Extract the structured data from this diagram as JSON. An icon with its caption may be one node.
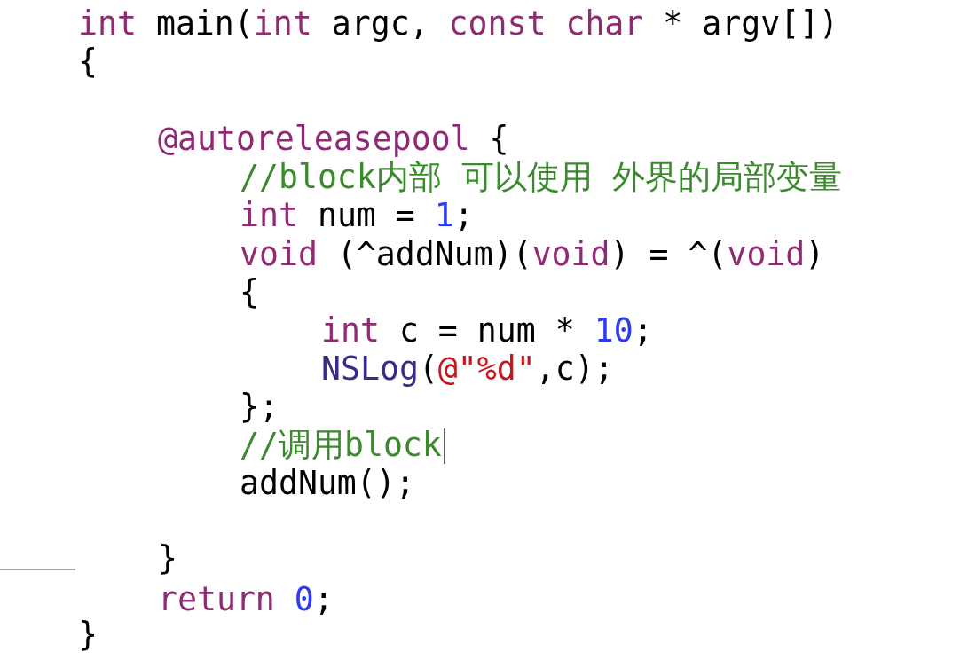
{
  "diagram": {
    "labels": [
      "int main(int argc, const char * argv[])",
      "{",
      "@autoreleasepool {",
      "//block内部 可以使用 外界的局部变量",
      "int num = 1;",
      "void (^addNum)(void) = ^(void)",
      "{",
      "int c = num * 10;",
      "NSLog(@\"%d\",c);",
      "};",
      "//调用block",
      "addNum();",
      "}",
      "return 0;",
      "}"
    ]
  }
}
